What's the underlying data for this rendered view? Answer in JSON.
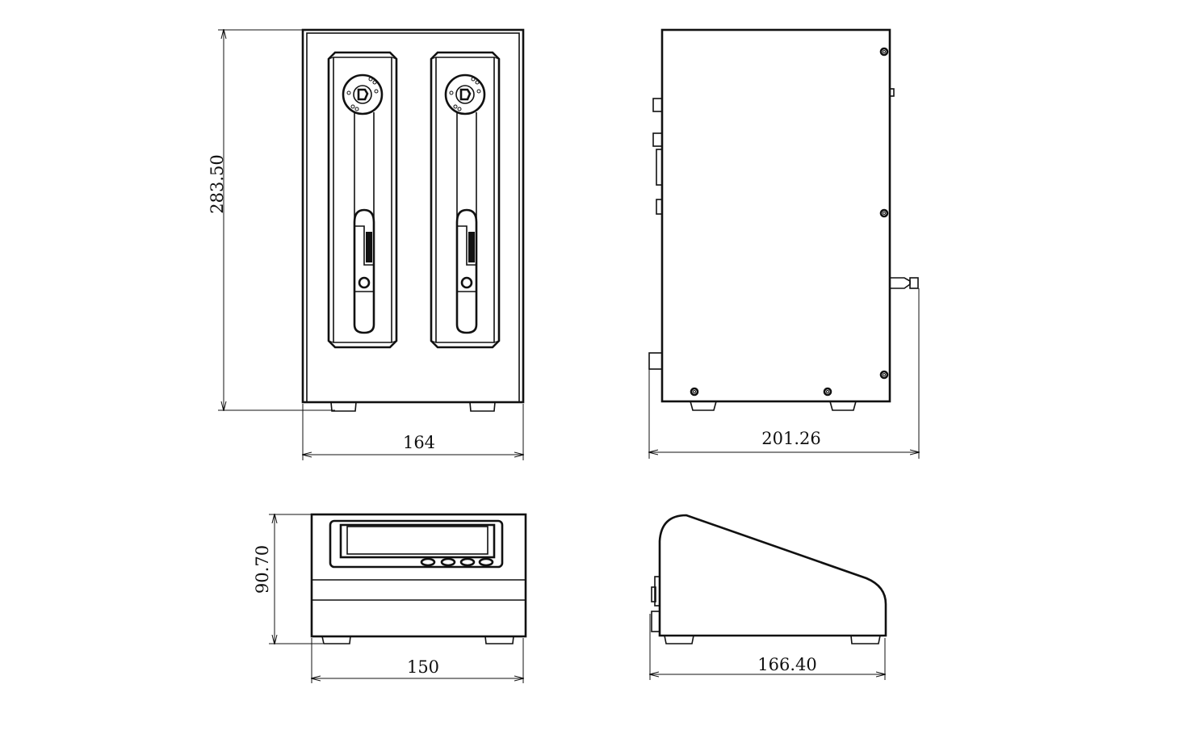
{
  "views": {
    "front": {
      "width_label": "164",
      "height_label": "283.50"
    },
    "side": {
      "depth_label": "201.26"
    },
    "top_front": {
      "width_label": "150",
      "height_label": "90.70"
    },
    "top_side": {
      "depth_label": "166.40"
    }
  },
  "colors": {
    "line": "#111111",
    "background": "#ffffff"
  }
}
